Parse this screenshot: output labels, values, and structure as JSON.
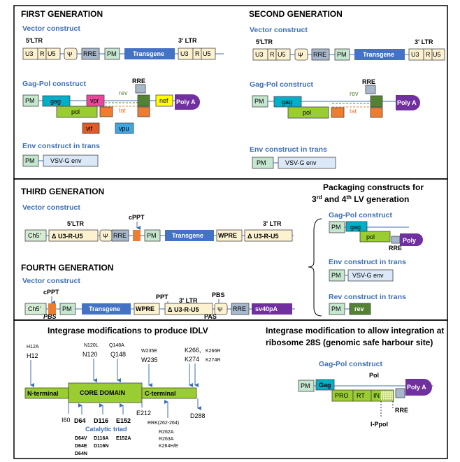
{
  "colors": {
    "ltr": "#fdf2d0",
    "rre": "#a8b8cc",
    "pm": "#c5e6cf",
    "transgene": "#4472c4",
    "gag": "#00b0c8",
    "pol": "#9acd32",
    "vpr": "#e8489a",
    "tat": "#ed7d31",
    "rev": "#548235",
    "nef": "#ffff00",
    "vif": "#e05a2a",
    "vpu": "#41a5e0",
    "polyA": "#7030a0",
    "env": "#dae8f8",
    "ch5": "#d5ecd4",
    "sv40": "#7030a0",
    "lines": "#3d6fb5",
    "subtitle": "#3d6fb5"
  },
  "first": {
    "title": "FIRST GENERATION",
    "vector_title": "Vector construct",
    "ltr5": "5'LTR",
    "ltr3": "3' LTR",
    "u3": "U3",
    "r": "R",
    "u5": "U5",
    "psi": "Ψ",
    "rre": "RRE",
    "pm": "PM",
    "transgene": "Transgene",
    "gagpol_title": "Gag-Pol construct",
    "gag": "gag",
    "pol": "pol",
    "vpr": "vpr",
    "rev": "rev",
    "tat": "tat",
    "nef": "nef",
    "vif": "vif",
    "vpu": "vpu",
    "polyA": "Poly A",
    "env_title": "Env construct in trans",
    "env": "VSV-G env"
  },
  "second": {
    "title": "SECOND GENERATION",
    "vector_title": "Vector construct",
    "ltr5": "5'LTR",
    "ltr3": "3' LTR",
    "u3": "U3",
    "r": "R",
    "u5": "U5",
    "psi": "Ψ",
    "rre": "RRE",
    "pm": "PM",
    "transgene": "Transgene",
    "gagpol_title": "Gag-Pol construct",
    "gag": "gag",
    "pol": "pol",
    "rev": "rev",
    "tat": "tat",
    "polyA": "Poly A",
    "env_title": "Env construct in trans",
    "env": "VSV-G env"
  },
  "third": {
    "title": "THIRD GENERATION",
    "vector_title": "Vector construct",
    "ltr5": "5'LTR",
    "ltr3": "3' LTR",
    "cppt": "cPPT",
    "ch5": "Ch5'",
    "dltr": "U3-R-U5",
    "psi": "Ψ",
    "rre": "RRE",
    "pm": "PM",
    "transgene": "Transgene",
    "wpre": "WPRE"
  },
  "fourth": {
    "title": "FOURTH GENERATION",
    "vector_title": "Vector construct",
    "cppt": "cPPT",
    "ch5": "Ch5'",
    "pbs_left": "PBS",
    "pm": "PM",
    "transgene": "Transgene",
    "wpre": "WPRE",
    "ppt": "PPT",
    "ltr3": "3' LTR",
    "pbs": "PBS",
    "dltr": "U3-R-U5",
    "psi": "Ψ",
    "rre": "RRE",
    "sv40": "sv40pA",
    "pas": "PAS"
  },
  "packaging": {
    "title_line1": "Packaging constructs for",
    "title_line2_pre": "3",
    "sup1": "rd",
    "title_line2_mid": " and 4",
    "sup2": "th",
    "title_line2_post": " LV generation",
    "gagpol_title": "Gag-Pol construct",
    "pm": "PM",
    "gag": "gag",
    "pol": "pol",
    "rre": "RRE",
    "polyA": "Poly",
    "env_title": "Env construct in trans",
    "env": "VSV-G env",
    "rev_title": "Rev construct in trans",
    "rev": "rev"
  },
  "integrase": {
    "title": "Integrase modifications to produce IDLV",
    "nterm": "N-terminal",
    "core": "CORE DOMAIN",
    "cterm": "C-terminal",
    "h12a": "H12A",
    "h12": "H12",
    "n120l": "N120L",
    "q148a": "Q148A",
    "n120": "N120",
    "q148": "Q148",
    "w235e": "W235E",
    "w235": "W235",
    "k266": "K266,",
    "k274": "K274",
    "k266r": "K266R",
    "k274r": "K274R",
    "i60": "I60",
    "e212": "E212",
    "d288": "D288",
    "d64": "D64",
    "d116": "D116",
    "e152": "E152",
    "triad": "Catalytic triad",
    "d64v": "D64V",
    "d64e": "D64E",
    "d64n": "D64N",
    "d116a": "D116A",
    "d116n": "D116N",
    "e152a": "E152A",
    "rrk": "RRK(262-264)",
    "r262a": "R262A",
    "r263a": "R263A",
    "k264": "K264H/E"
  },
  "ribosome": {
    "title_line1": "Integrase modification to allow integration at",
    "title_line2": "ribosome 28S (genomic safe harbour site)",
    "gagpol_title": "Gag-Pol construct",
    "pm": "PM",
    "gag": "Gag",
    "pol": "Pol",
    "pro": "PRO",
    "rt": "RT",
    "in": "IN",
    "rre": "RRE",
    "polyA": "Poly A",
    "ippoi": "I-PpoI"
  }
}
